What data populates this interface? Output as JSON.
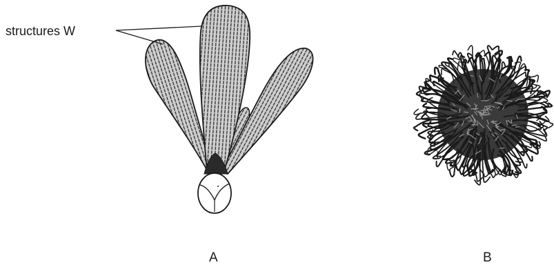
{
  "labels": {
    "structures": "structures W",
    "fig_a": "A",
    "fig_b": "B"
  },
  "colors": {
    "ink": "#1a1a1a",
    "shade": "#3a3a3a",
    "background": "#ffffff"
  }
}
